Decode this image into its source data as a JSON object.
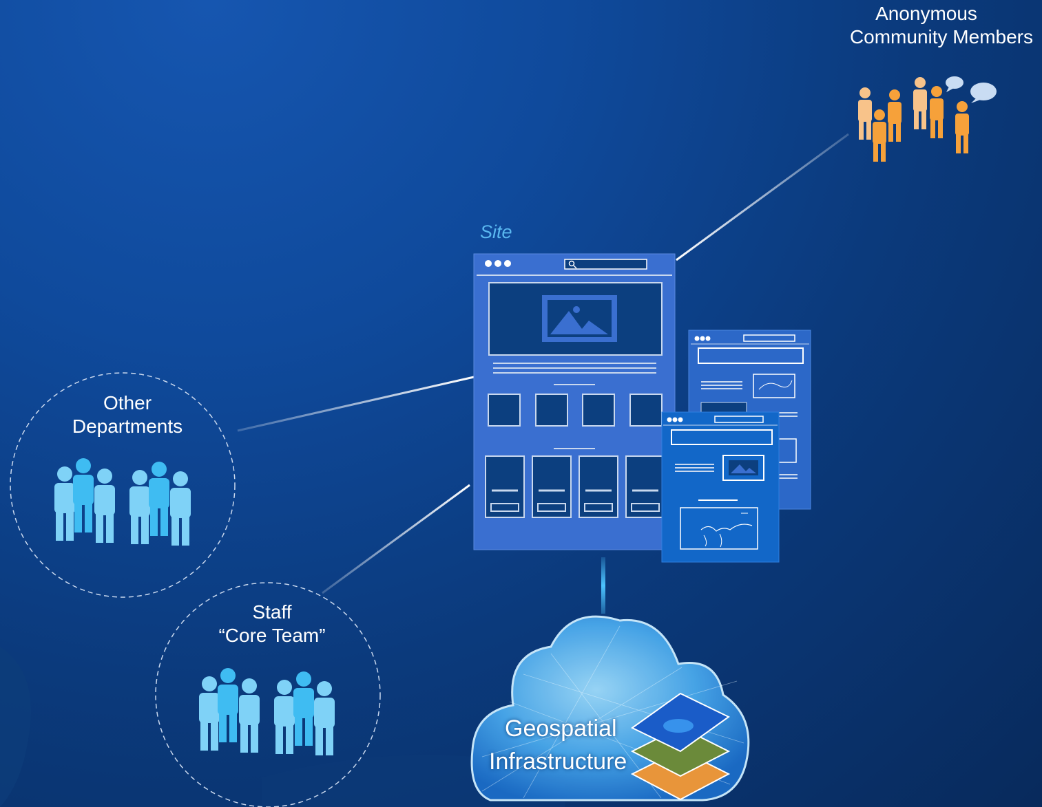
{
  "groups": {
    "anonymous": {
      "line1": "Anonymous",
      "line2": "Community  Members"
    },
    "departments": {
      "line1": "Other",
      "line2": "Departments"
    },
    "staff": {
      "line1": "Staff",
      "line2": "“Core Team”"
    }
  },
  "site": {
    "label": "Site"
  },
  "infrastructure": {
    "line1": "Geospatial",
    "line2": "Infrastructure"
  },
  "colors": {
    "staff_people": "#7fd2f7",
    "community_people": "#f6a13a",
    "site_window": "#3a6fd0",
    "dark_panel": "#0c3f7f",
    "site_label": "#5ab8f0"
  },
  "icons": [
    "people-group-icon",
    "chat-bubble-icon",
    "image-icon",
    "search-icon",
    "map-icon",
    "cloud-icon",
    "layers-icon"
  ]
}
